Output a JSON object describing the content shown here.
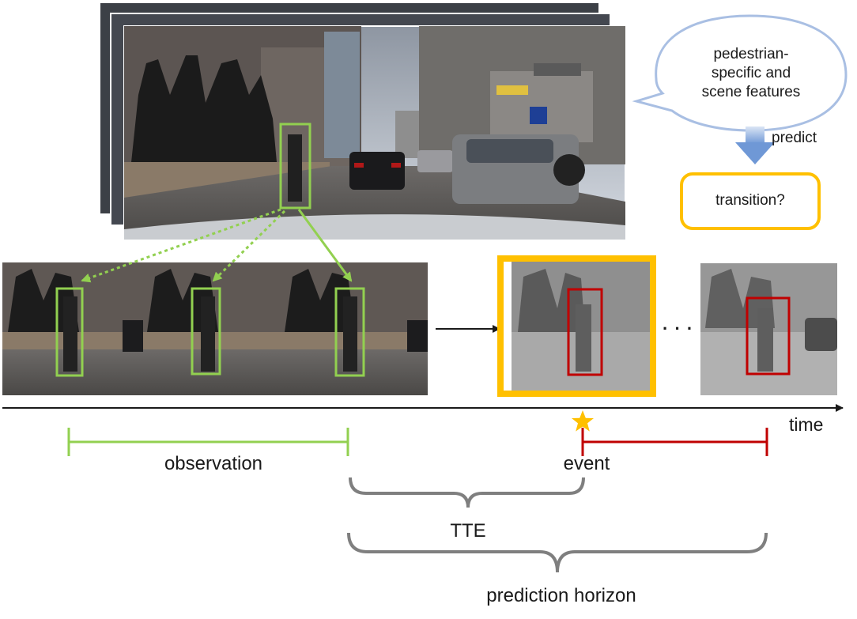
{
  "bubble": {
    "line1": "pedestrian-",
    "line2": "specific and",
    "line3": "scene features"
  },
  "predict_label": "predict",
  "transition_label": "transition?",
  "ellipsis": "· · ·",
  "time_label": "time",
  "observation_label": "observation",
  "event_label": "event",
  "tte_label": "TTE",
  "horizon_label": "prediction horizon",
  "colors": {
    "observation_green": "#92d050",
    "event_red": "#c00000",
    "highlight_orange": "#ffc000",
    "bubble_blue": "#a9bfe3",
    "arrow_blue": "#7fa4dc",
    "brace_gray": "#7f7f7f",
    "star": "#ffc000"
  }
}
